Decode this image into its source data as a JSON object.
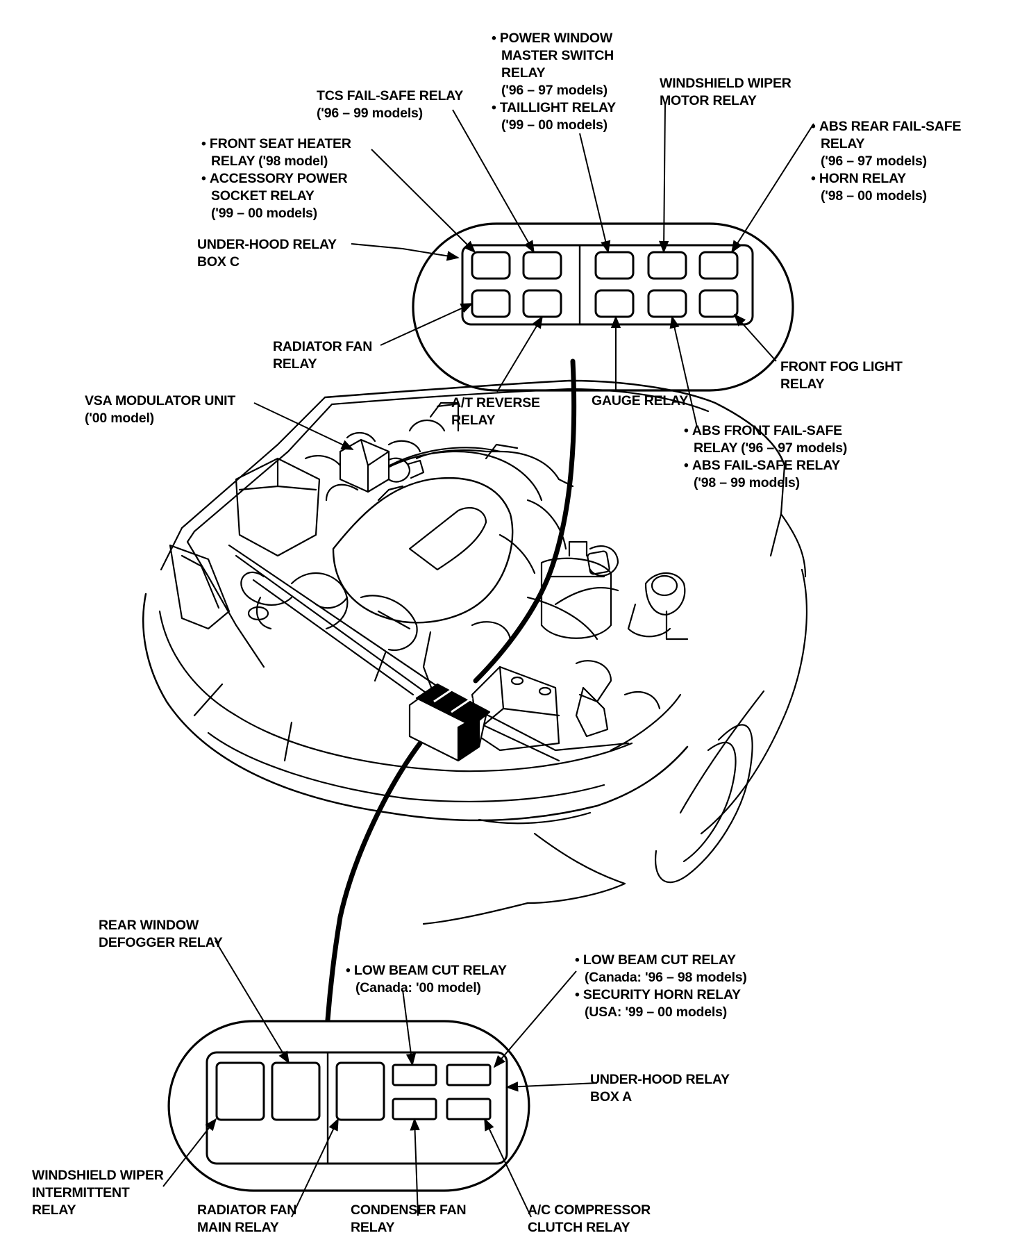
{
  "labels": {
    "power_window": [
      "POWER WINDOW",
      "MASTER SWITCH",
      "RELAY",
      "('96 – 97 models)",
      "TAILLIGHT RELAY",
      "('99 – 00 models)"
    ],
    "tcs": [
      "TCS FAIL-SAFE RELAY",
      "('96 – 99 models)"
    ],
    "wiper_motor": [
      "WINDSHIELD WIPER",
      "MOTOR RELAY"
    ],
    "abs_rear": [
      "ABS REAR FAIL-SAFE",
      "RELAY",
      "('96 – 97 models)",
      "HORN RELAY",
      "('98 – 00 models)"
    ],
    "front_seat": [
      "FRONT SEAT HEATER",
      "RELAY ('98 model)",
      "ACCESSORY POWER",
      "SOCKET RELAY",
      "('99 – 00 models)"
    ],
    "box_c": [
      "UNDER-HOOD RELAY",
      "BOX C"
    ],
    "radiator_fan": [
      "RADIATOR FAN",
      "RELAY"
    ],
    "front_fog": [
      "FRONT FOG LIGHT",
      "RELAY"
    ],
    "vsa": [
      "VSA MODULATOR UNIT",
      "('00 model)"
    ],
    "at_reverse": [
      "A/T REVERSE",
      "RELAY"
    ],
    "gauge": [
      "GAUGE RELAY"
    ],
    "abs_front": [
      "ABS FRONT FAIL-SAFE",
      "RELAY ('96 – 97 models)",
      "ABS FAIL-SAFE RELAY",
      "('98 – 99 models)"
    ],
    "rear_defogger": [
      "REAR WINDOW",
      "DEFOGGER RELAY"
    ],
    "low_beam_canada_00": [
      "LOW BEAM CUT RELAY",
      "(Canada: '00 model)"
    ],
    "low_beam_canada_96": [
      "LOW BEAM CUT RELAY",
      "(Canada: '96 – 98 models)",
      "SECURITY HORN RELAY",
      "(USA: '99 – 00 models)"
    ],
    "box_a": [
      "UNDER-HOOD RELAY",
      "BOX A"
    ],
    "wiper_intermittent": [
      "WINDSHIELD WIPER",
      "INTERMITTENT",
      "RELAY"
    ],
    "radiator_fan_main": [
      "RADIATOR FAN",
      "MAIN RELAY"
    ],
    "condenser_fan": [
      "CONDENSER FAN",
      "RELAY"
    ],
    "ac_compressor": [
      "A/C COMPRESSOR",
      "CLUTCH RELAY"
    ]
  }
}
